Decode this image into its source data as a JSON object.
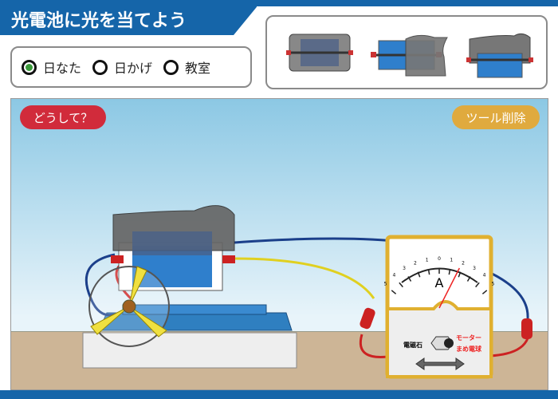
{
  "title": "光電池に光を当てよう",
  "light_options": [
    {
      "label": "日なた",
      "selected": true
    },
    {
      "label": "日かげ",
      "selected": false
    },
    {
      "label": "教室",
      "selected": false
    }
  ],
  "panel_cover_options": [
    "cover-none",
    "cover-partial",
    "cover-top"
  ],
  "buttons": {
    "why": "どうして？",
    "delete_tool": "ツール削除"
  },
  "meter": {
    "unit": "A",
    "scale_labels": [
      "5",
      "4",
      "3",
      "2",
      "1",
      "0",
      "1",
      "2",
      "3",
      "4",
      "5"
    ],
    "needle_value": 1.8,
    "switch_left": "電磁石",
    "switch_right_1": "モーター",
    "switch_right_2": "まめ電球"
  },
  "colors": {
    "accent": "#1565a9",
    "why": "#d12b3b",
    "delete": "#e0aa3e",
    "selected": "#3a9a3a"
  }
}
